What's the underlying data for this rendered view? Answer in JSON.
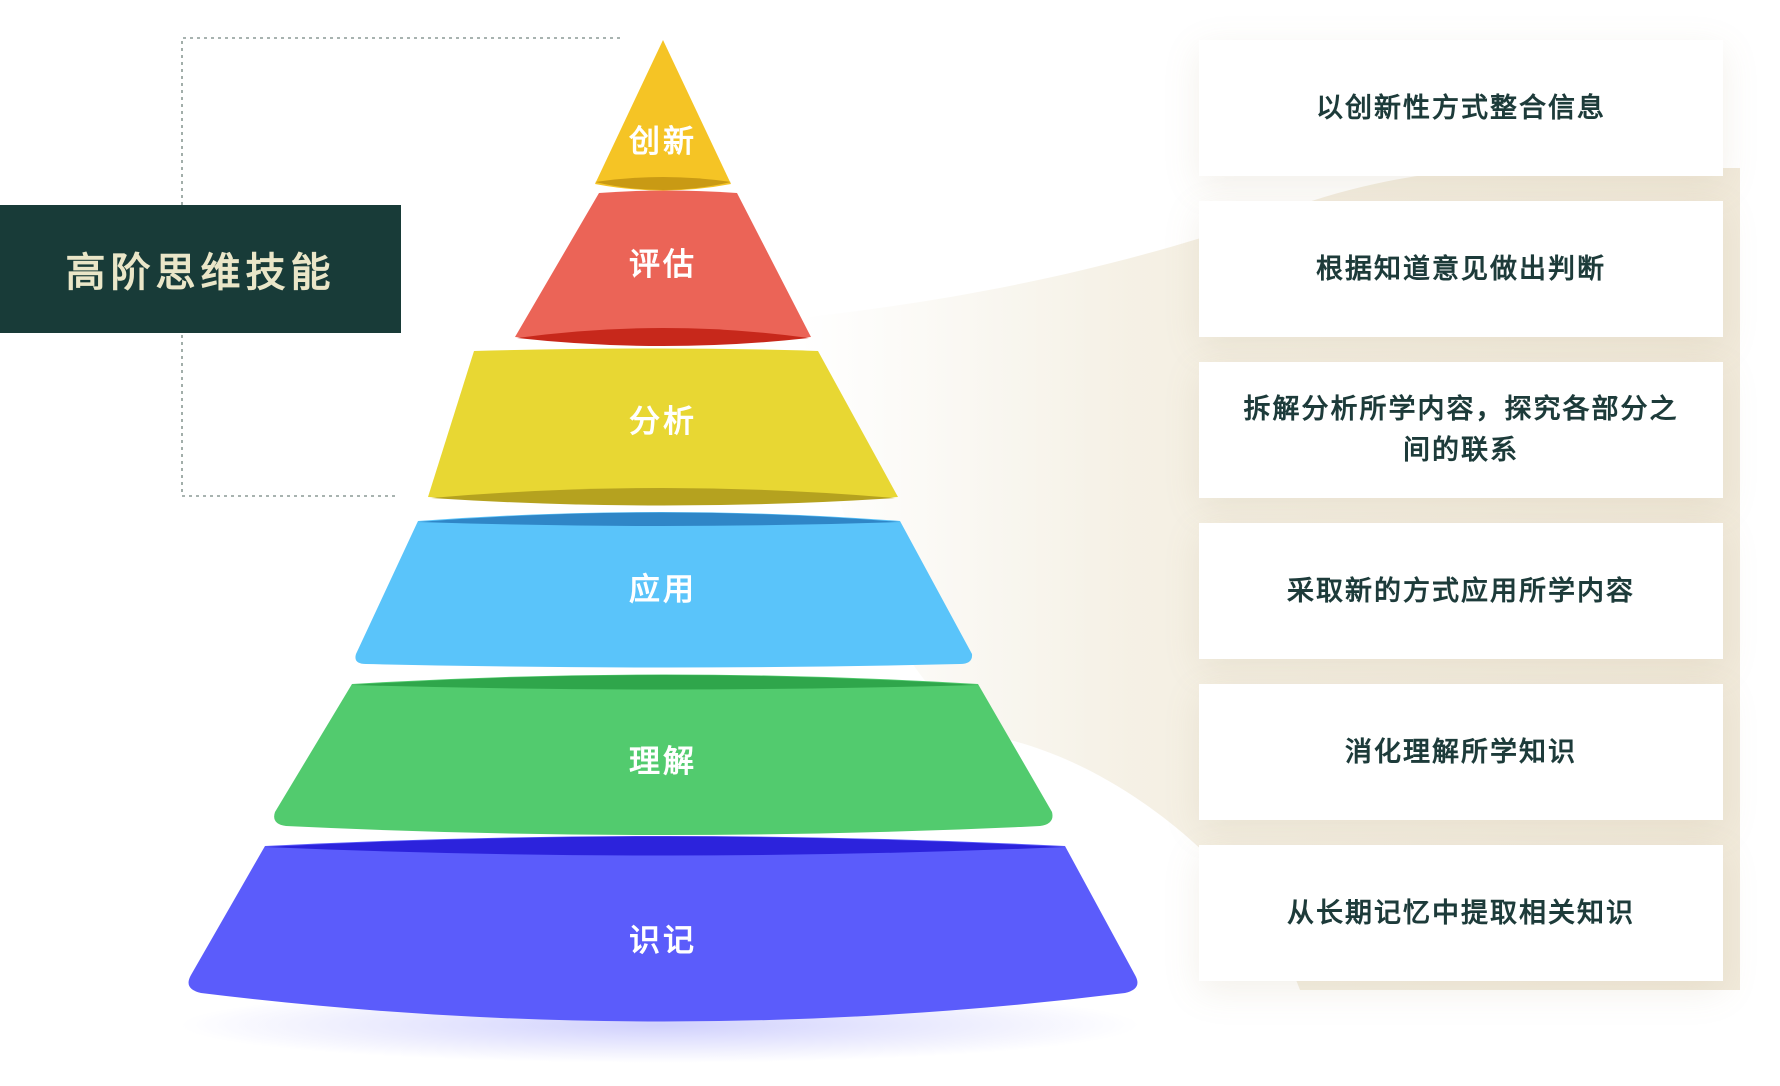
{
  "title": "高阶思维技能",
  "tiers": [
    {
      "label": "创新",
      "description": "以创新性方式整合信息",
      "color": "#f5c425"
    },
    {
      "label": "评估",
      "description": "根据知道意见做出判断",
      "color": "#eb6457"
    },
    {
      "label": "分析",
      "description": "拆解分析所学内容，探究各部分之间的联系",
      "color": "#e8d733"
    },
    {
      "label": "应用",
      "description": "采取新的方式应用所学内容",
      "color": "#5ac4fa"
    },
    {
      "label": "理解",
      "description": "消化理解所学知识",
      "color": "#52cb6e"
    },
    {
      "label": "识记",
      "description": "从长期记忆中提取相关知识",
      "color": "#5b5cfb"
    }
  ],
  "colors": {
    "title_bg": "#183b38",
    "title_text": "#eae6c8",
    "description_text": "#1d3b3a"
  }
}
